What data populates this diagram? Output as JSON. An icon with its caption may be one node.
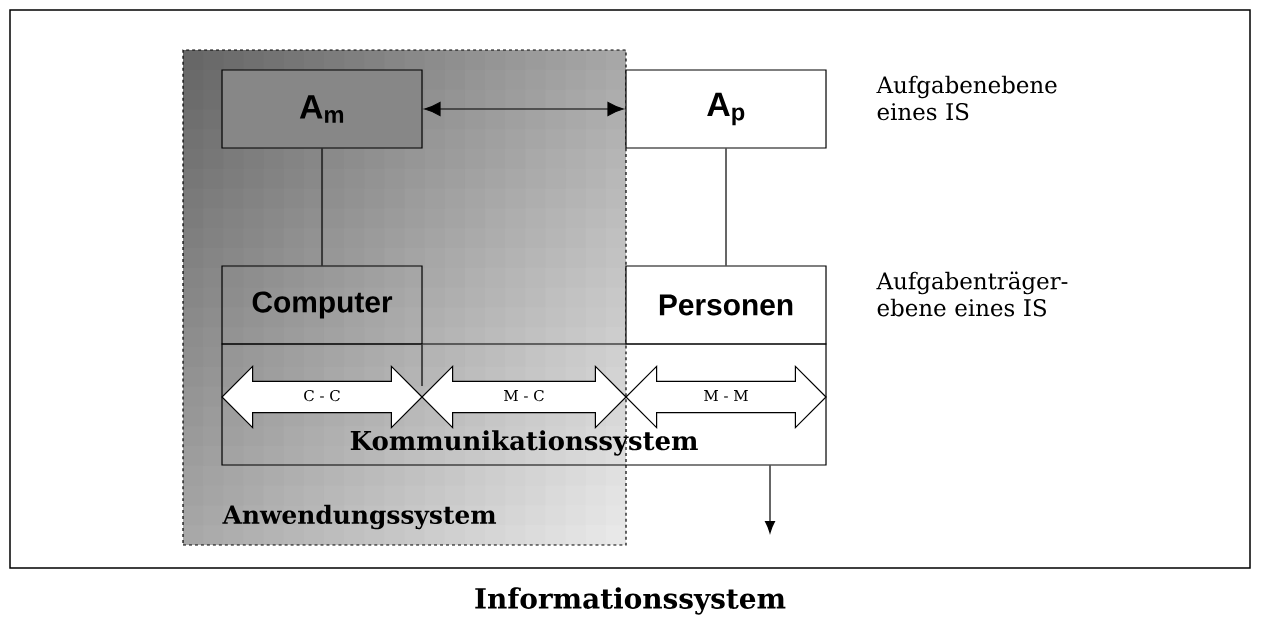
{
  "diagram": {
    "nodes": [
      {
        "text": [
          "Informationssystem"
        ]
      },
      {
        "text": [
          "Anwendungssystem"
        ],
        "in": 0
      },
      {
        "text": [
          "A$_{m}$"
        ],
        "in": 1
      },
      {
        "text": [
          "A$_{p}$"
        ],
        "in": 0
      },
      {
        "text": [
          "Computer"
        ],
        "in": 1
      },
      {
        "text": [
          "Personen"
        ],
        "in": 0
      },
      {
        "text": [
          "Kommunikationssystem"
        ],
        "in": 0
      },
      {
        "text": [
          "C - C"
        ]
      },
      {
        "text": [
          "M - C"
        ]
      },
      {
        "text": [
          "M - M"
        ],
        "in": 6
      }
    ],
    "edges": [
      {
        "from": 2,
        "to": 3,
        "arrow": "both"
      },
      {
        "from": 2,
        "to": 4,
        "arrow": "none"
      },
      {
        "from": 3,
        "to": 5,
        "arrow": "none"
      },
      {
        "from": 6,
        "to": null,
        "arrow": "to"
      }
    ],
    "labels": [
      "Aufgabenebene eines IS",
      "Aufgabenträger- ebene eines IS"
    ]
  }
}
